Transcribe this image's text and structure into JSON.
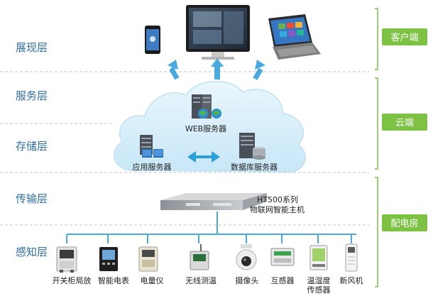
{
  "layers": [
    "展现层",
    "服务层",
    "存储层",
    "传输层",
    "感知层"
  ],
  "zones": [
    "客户端",
    "云端",
    "配电房"
  ],
  "cloud": {
    "web_server": "WEB服务器",
    "app_server": "应用服务器",
    "db_server": "数据库服务器"
  },
  "gateway": {
    "line1": "HT500系列",
    "line2": "物联网智能主机"
  },
  "devices": [
    "开关柜局放",
    "智能电表",
    "电量仪",
    "无线测温",
    "摄像头",
    "互感器",
    "温湿度",
    "新风机"
  ],
  "devices_line2": {
    "humidity": "传感器"
  },
  "colors": {
    "layer_text": "#2f6fa9",
    "zone_badge": "#7dc243",
    "arrow": "#4aa9df",
    "dashed": "#bfbfbf",
    "cloud": "#d7eefa"
  }
}
